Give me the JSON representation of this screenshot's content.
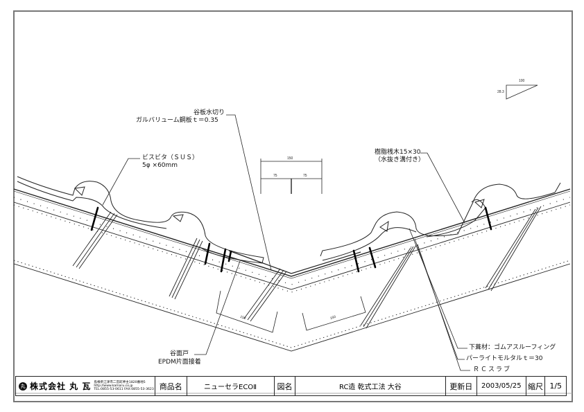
{
  "labels": {
    "valley_flashing_1": "谷板水切り",
    "valley_flashing_2": "ガルバリューム鋼板ｔ＝0.35",
    "screw_1": "ビスビタ（ＳＵＳ）",
    "screw_2": "5φ ×60mm",
    "batten_1": "樹脂桟木15×30",
    "batten_2": "（水抜き溝付き）",
    "valley_closure_1": "谷面戸",
    "valley_closure_2": "EPDM片面接着",
    "underlay": "下葺材：ゴムアスルーフィング",
    "mortar": "パーライトモルタルｔ＝30",
    "slab": "ＲＣスラブ"
  },
  "dimensions": {
    "top_total": "150",
    "top_left": "75",
    "top_right": "75",
    "left_gap": "150",
    "right_gap": "150",
    "slope_run": "100",
    "slope_rise": "28.3"
  },
  "title_block": {
    "company_logo": "丸",
    "company_name": "株式会社 丸 瓦",
    "company_address": "島根県江津市二宮町神主1820番地5",
    "company_url": "http://www.kamaru.co.jp",
    "company_tel": "TEL:0855-53-0611 FAX:0855-53-3623",
    "product_label": "商品名",
    "product_value": "ニューセラECOⅡ",
    "drawing_label": "図名",
    "drawing_value": "RC造 乾式工法 大谷",
    "updated_label": "更新日",
    "updated_value": "2003/05/25",
    "scale_label": "縮尺",
    "scale_value": "1/5"
  }
}
